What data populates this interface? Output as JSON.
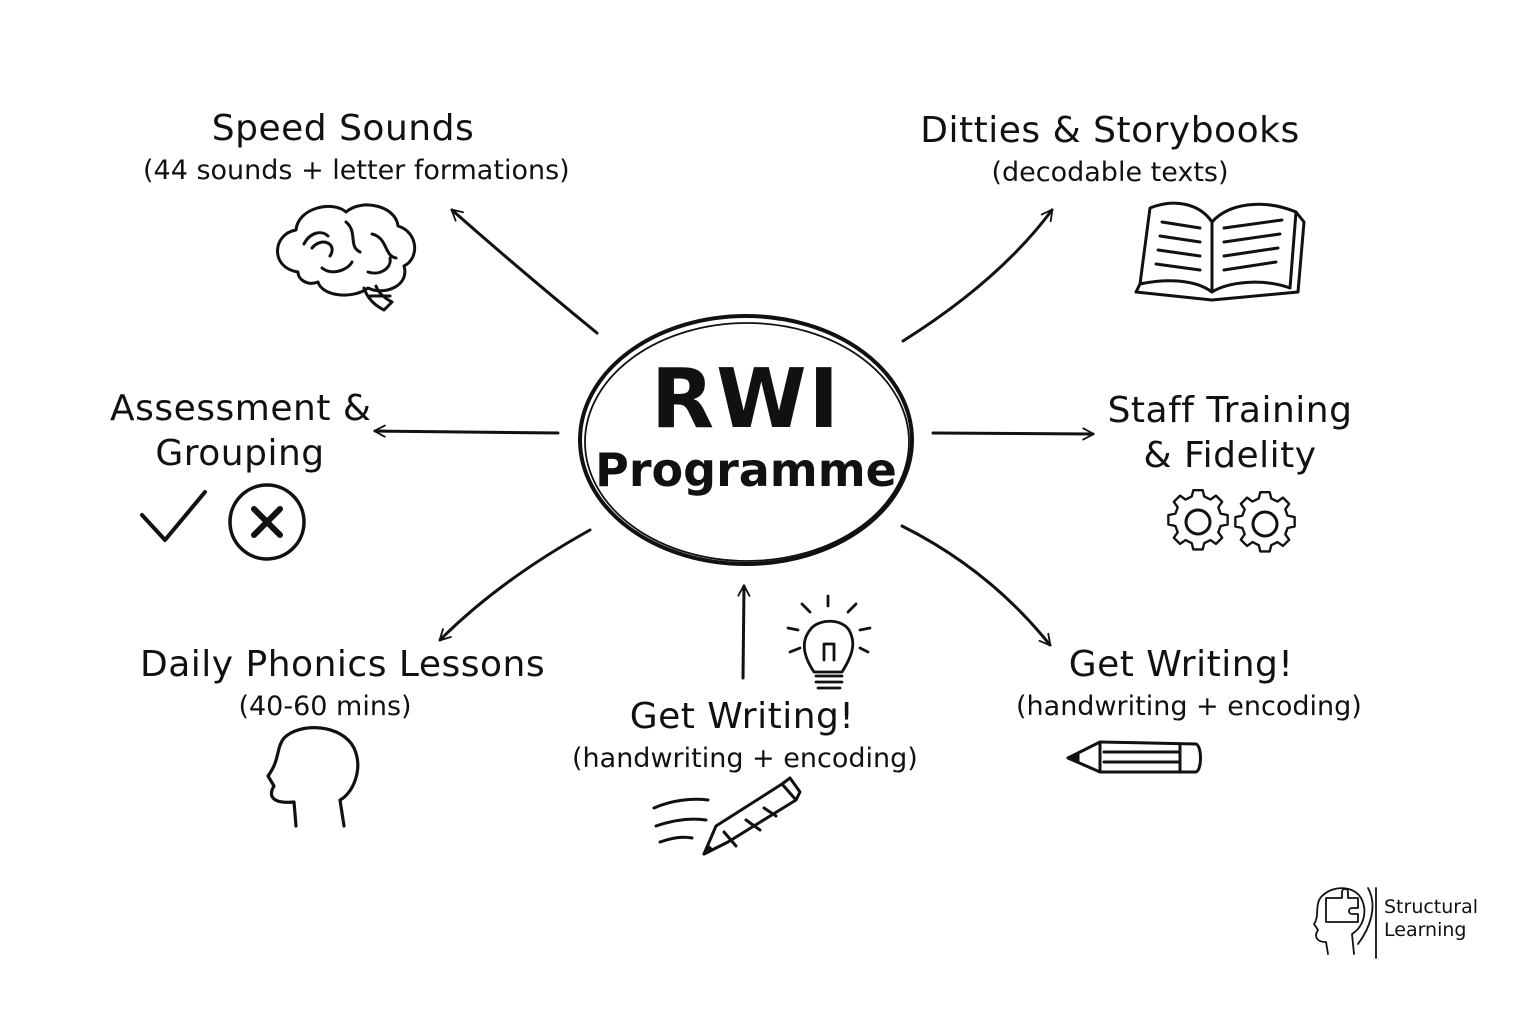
{
  "center": {
    "line1": "RWI",
    "line2": "Programme"
  },
  "nodes": {
    "speed_sounds": {
      "title": "Speed Sounds",
      "subtitle": "(44 sounds + letter formations)",
      "icon": "brain-icon"
    },
    "ditties": {
      "title": "Ditties & Storybooks",
      "subtitle": "(decodable texts)",
      "icon": "open-book-icon"
    },
    "assessment": {
      "title_line1": "Assessment &",
      "title_line2": "Grouping",
      "icon": "check-and-cross-icon"
    },
    "staff_training": {
      "title_line1": "Staff Training",
      "title_line2": "& Fidelity",
      "icon": "gears-icon"
    },
    "daily_phonics": {
      "title": "Daily Phonics Lessons",
      "subtitle": "(40-60 mins)",
      "icon": "head-profile-icon"
    },
    "get_writing_center": {
      "title": "Get Writing!",
      "subtitle": "(handwriting + encoding)",
      "icon": "pen-icon"
    },
    "get_writing_right": {
      "title": "Get Writing!",
      "subtitle": "(handwriting + encoding)",
      "icon": "pencil-icon"
    }
  },
  "brand": {
    "line1": "Structural",
    "line2": "Learning",
    "icon": "head-puzzle-icon"
  },
  "colors": {
    "ink": "#111111",
    "background": "#ffffff"
  }
}
